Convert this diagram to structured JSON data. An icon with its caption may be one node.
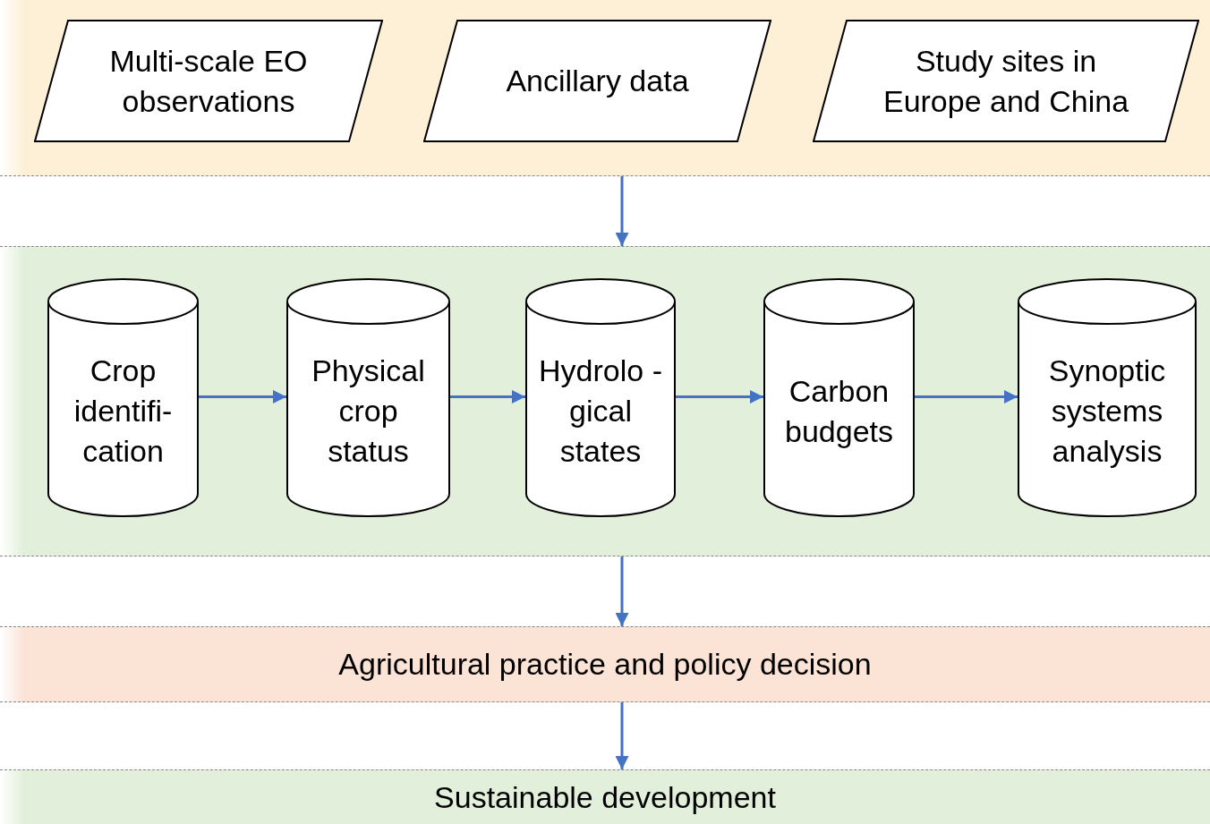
{
  "diagram": {
    "nodes": [
      {
        "text": [],
        "shape": "box"
      },
      {
        "text": [
          "Multi-scale EO observations"
        ],
        "in": 0
      },
      {
        "text": [
          "Ancillary data"
        ],
        "in": 0
      },
      {
        "text": [
          "Study sites in Europe and China"
        ],
        "in": 0
      },
      {
        "text": [],
        "shape": "box"
      },
      {
        "text": [
          "Crop identifi- cation"
        ],
        "in": 4
      },
      {
        "text": [
          "Physical crop status"
        ],
        "in": 4
      },
      {
        "text": [
          "Hydrolo -gical states"
        ],
        "in": 4
      },
      {
        "text": [
          "Carbon budgets"
        ],
        "in": 4
      },
      {
        "text": [
          "Synoptic systems analysis"
        ],
        "in": 4
      },
      {
        "text": [
          "Agricultural practice and policy decision"
        ]
      },
      {
        "text": [
          "Sustainable development"
        ]
      }
    ],
    "edges": [
      {
        "from": 0,
        "to": 4,
        "arrow": "to"
      },
      {
        "from": 5,
        "to": 6,
        "arrow": "to"
      },
      {
        "from": 6,
        "to": 7,
        "arrow": "to"
      },
      {
        "from": 7,
        "to": 8,
        "arrow": "to"
      },
      {
        "from": 8,
        "to": 9,
        "arrow": "to"
      },
      {
        "from": 4,
        "to": 10,
        "arrow": "to"
      },
      {
        "from": 10,
        "to": 11,
        "arrow": "to"
      }
    ]
  }
}
